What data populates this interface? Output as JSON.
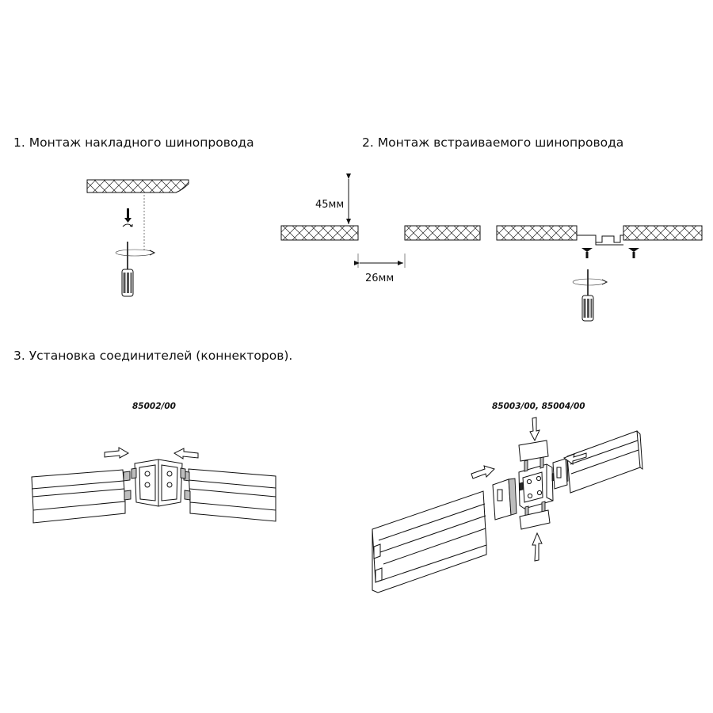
{
  "headings": {
    "step1": "1. Монтаж накладного шинопровода",
    "step2": "2. Монтаж встраиваемого шинопровода",
    "step3": "3. Установка соединителей (коннекторов)."
  },
  "dimensions": {
    "depth": "45мм",
    "width": "26мм"
  },
  "connectors": {
    "corner": "85002/00",
    "cross": "85003/00,  85004/00"
  }
}
